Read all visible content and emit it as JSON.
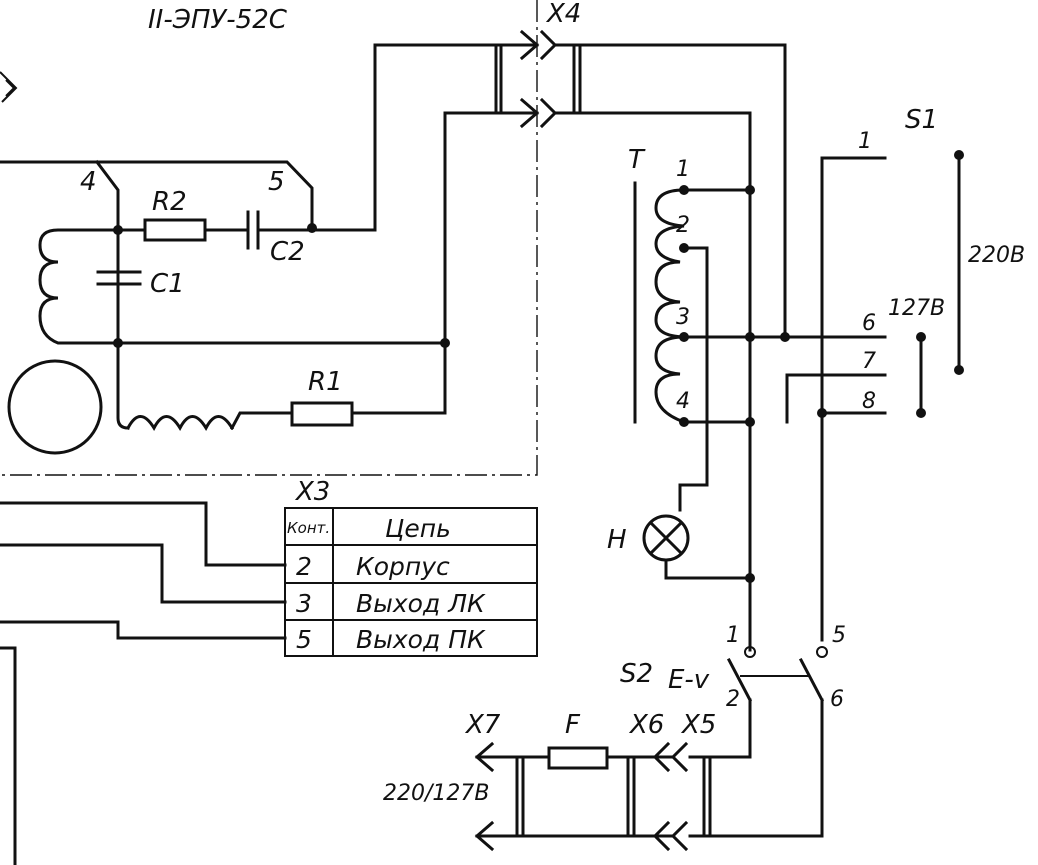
{
  "title": "II-ЭПУ-52С",
  "connectors": {
    "x3": "X3",
    "x4": "X4",
    "x5": "X5",
    "x6": "X6",
    "x7": "X7"
  },
  "components": {
    "r1": "R1",
    "r2": "R2",
    "c1": "C1",
    "c2": "C2",
    "transformer": "T",
    "lamp": "H",
    "fuse": "F",
    "switch_s1": "S1",
    "switch_s2": "S2",
    "switch_s2_symbol": "E-v"
  },
  "motor_terminals": {
    "t4": "4",
    "t5": "5"
  },
  "transformer_taps": [
    "1",
    "2",
    "3",
    "4"
  ],
  "s1_contacts": {
    "c1": "1",
    "c6": "6",
    "c7": "7",
    "c8": "8"
  },
  "s2_contacts": {
    "c1": "1",
    "c2": "2",
    "c5": "5",
    "c6": "6"
  },
  "voltages": {
    "v220": "220В",
    "v127": "127В",
    "input": "220/127В"
  },
  "x3_table": {
    "headers": [
      "Конт.",
      "Цепь"
    ],
    "rows": [
      {
        "contact": "2",
        "circuit": "Корпус"
      },
      {
        "contact": "3",
        "circuit": "Выход ЛК"
      },
      {
        "contact": "5",
        "circuit": "Выход ПК"
      }
    ]
  }
}
